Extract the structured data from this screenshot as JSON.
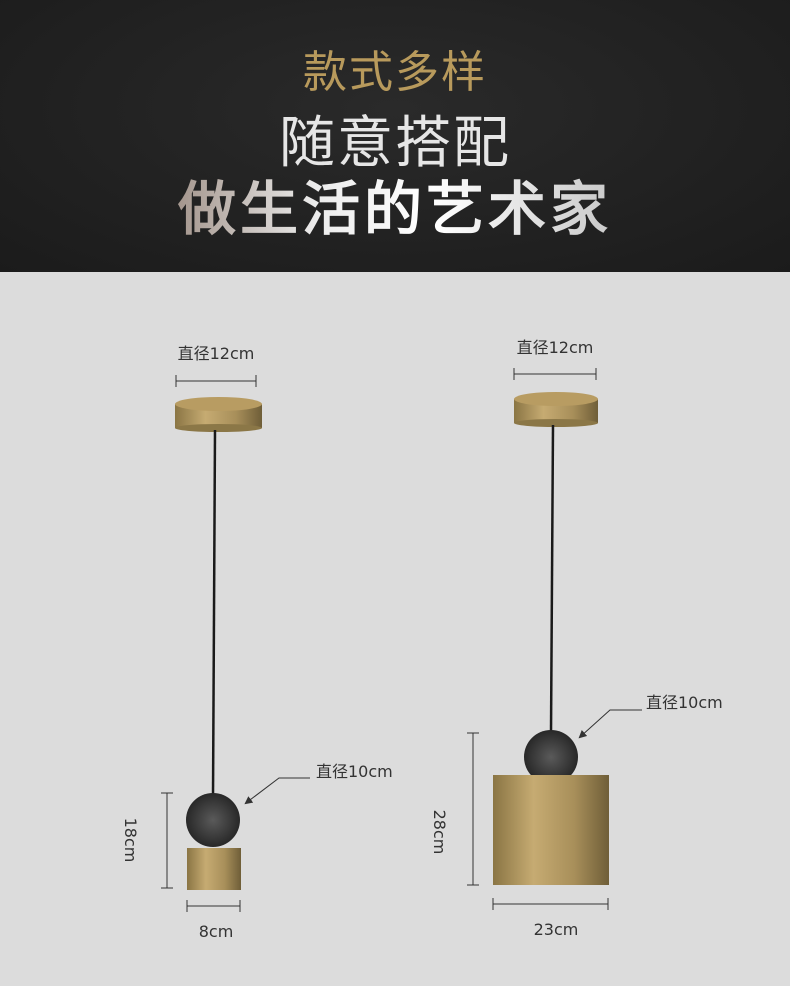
{
  "hero": {
    "line1": "款式多样",
    "line2": "随意搭配",
    "line3": "做生活的艺术家"
  },
  "lamp_small": {
    "canopy_diameter": "直径12cm",
    "shade_diameter": "直径10cm",
    "height": "18cm",
    "width": "8cm"
  },
  "lamp_large": {
    "canopy_diameter": "直径12cm",
    "shade_diameter": "直径10cm",
    "height": "28cm",
    "width": "23cm"
  },
  "colors": {
    "gold": "#b89a5c",
    "dark": "#1f1f1f",
    "background": "#dcdcdc"
  }
}
